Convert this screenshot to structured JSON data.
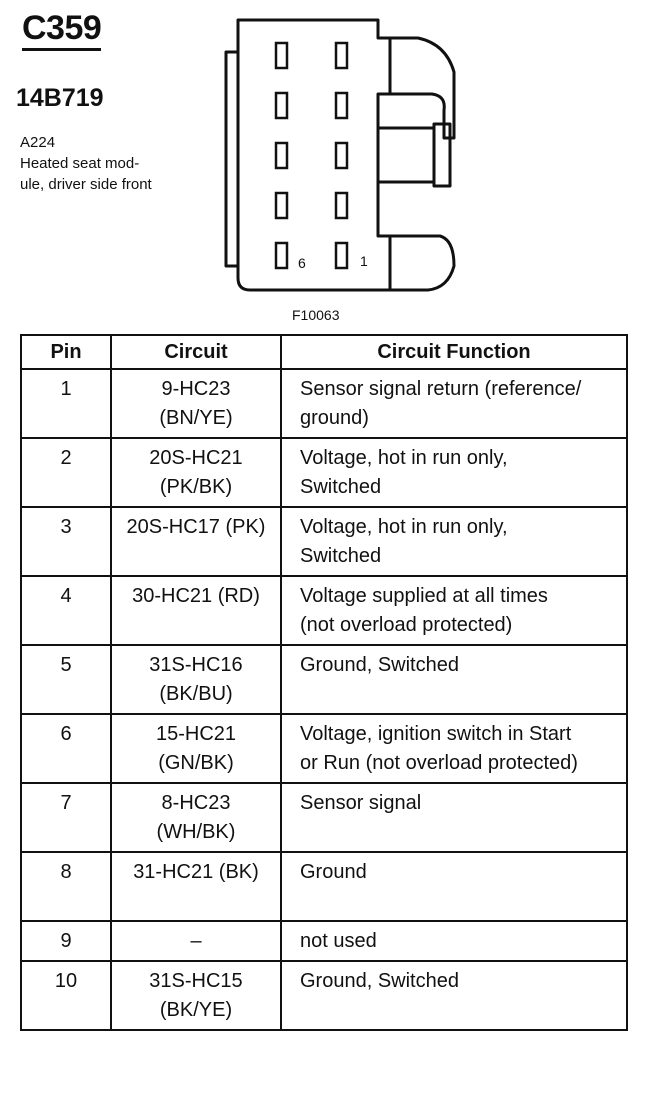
{
  "header": {
    "connector_id": "C359",
    "part_number": "14B719",
    "description_lines": [
      "A224",
      "Heated seat mod-",
      "ule, driver side front"
    ]
  },
  "figure": {
    "pin_label_left": "6",
    "pin_label_right": "1",
    "figure_code": "F10063"
  },
  "table": {
    "headers": {
      "pin": "Pin",
      "circuit": "Circuit",
      "function": "Circuit Function"
    },
    "rows": [
      {
        "pin": "1",
        "circuit": [
          "9-HC23",
          "(BN/YE)"
        ],
        "function": [
          "Sensor signal return (reference/",
          "ground)"
        ]
      },
      {
        "pin": "2",
        "circuit": [
          "20S-HC21",
          "(PK/BK)"
        ],
        "function": [
          "Voltage, hot in run only,",
          "Switched"
        ]
      },
      {
        "pin": "3",
        "circuit": [
          "20S-HC17 (PK)",
          ""
        ],
        "function": [
          "Voltage, hot in run only,",
          "Switched"
        ]
      },
      {
        "pin": "4",
        "circuit": [
          "30-HC21 (RD)",
          ""
        ],
        "function": [
          "Voltage supplied at all times",
          "(not overload protected)"
        ]
      },
      {
        "pin": "5",
        "circuit": [
          "31S-HC16",
          "(BK/BU)"
        ],
        "function": [
          "Ground, Switched",
          ""
        ]
      },
      {
        "pin": "6",
        "circuit": [
          "15-HC21",
          "(GN/BK)"
        ],
        "function": [
          "Voltage, ignition switch in Start",
          "or Run (not overload protected)"
        ]
      },
      {
        "pin": "7",
        "circuit": [
          "8-HC23",
          "(WH/BK)"
        ],
        "function": [
          "Sensor signal",
          ""
        ]
      },
      {
        "pin": "8",
        "circuit": [
          "31-HC21 (BK)",
          ""
        ],
        "function": [
          "Ground",
          ""
        ]
      },
      {
        "pin": "9",
        "circuit": [
          "–"
        ],
        "function": [
          "not used"
        ]
      },
      {
        "pin": "10",
        "circuit": [
          "31S-HC15",
          "(BK/YE)"
        ],
        "function": [
          "Ground, Switched",
          ""
        ]
      }
    ]
  }
}
